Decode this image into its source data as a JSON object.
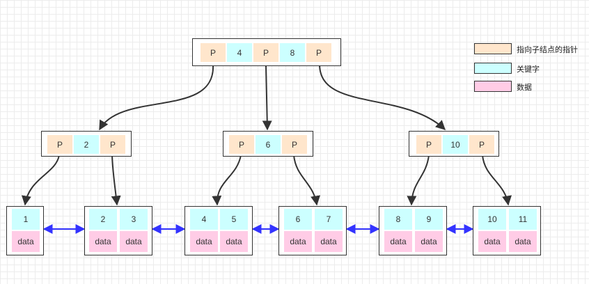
{
  "colors": {
    "pointer": "#ffe6cc",
    "key": "#ccffff",
    "data": "#ffcce6",
    "link": "#3333ff",
    "edge": "#333333"
  },
  "legend": {
    "pointer": "指向子结点的指针",
    "key": "关键字",
    "data": "数据"
  },
  "root": {
    "cells": [
      "P",
      "4",
      "P",
      "8",
      "P"
    ]
  },
  "internal": [
    {
      "cells": [
        "P",
        "2",
        "P"
      ]
    },
    {
      "cells": [
        "P",
        "6",
        "P"
      ]
    },
    {
      "cells": [
        "P",
        "10",
        "P"
      ]
    }
  ],
  "leaves": [
    {
      "keys": [
        "1"
      ],
      "data": [
        "data"
      ]
    },
    {
      "keys": [
        "2",
        "3"
      ],
      "data": [
        "data",
        "data"
      ]
    },
    {
      "keys": [
        "4",
        "5"
      ],
      "data": [
        "data",
        "data"
      ]
    },
    {
      "keys": [
        "6",
        "7"
      ],
      "data": [
        "data",
        "data"
      ]
    },
    {
      "keys": [
        "8",
        "9"
      ],
      "data": [
        "data",
        "data"
      ]
    },
    {
      "keys": [
        "10",
        "11"
      ],
      "data": [
        "data",
        "data"
      ]
    }
  ]
}
